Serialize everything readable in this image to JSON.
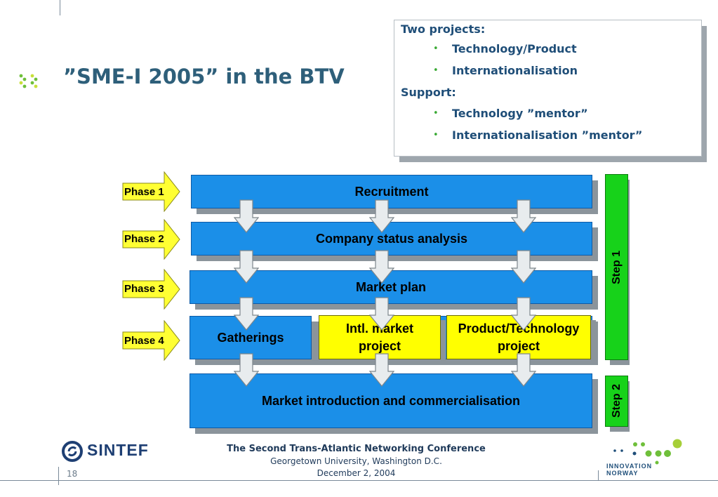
{
  "title": "”SME-I 2005” in the BTV",
  "projects_box": {
    "heading1": "Two projects:",
    "items1": [
      "Technology/Product",
      "Internationalisation"
    ],
    "heading2": "Support:",
    "items2": [
      "Technology ”mentor”",
      "Internationalisation ”mentor”"
    ]
  },
  "phases": [
    "Phase 1",
    "Phase 2",
    "Phase 3",
    "Phase 4"
  ],
  "boxes": {
    "recruitment": "Recruitment",
    "status": "Company status analysis",
    "market_plan": "Market plan",
    "gatherings": "Gatherings",
    "intl_line1": "Intl. market",
    "intl_line2": "project",
    "prod_line1": "Product/Technology",
    "prod_line2": "project",
    "market_intro": "Market introduction and commercialisation"
  },
  "steps": [
    "Step 1",
    "Step 2"
  ],
  "footer": {
    "page": "18",
    "conference": "The Second Trans-Atlantic Networking Conference",
    "venue": "Georgetown University, Washington D.C.",
    "date": "December 2, 2004",
    "logo_left": "SINTEF",
    "logo_right_line1": "INNOVATION",
    "logo_right_line2": "NORWAY"
  },
  "colors": {
    "title": "#2e5f7a",
    "blue_box": "#1b8fe8",
    "yellow_box": "#ffff00",
    "green_step": "#17d21a",
    "phase_arrow": "#ffff33"
  }
}
